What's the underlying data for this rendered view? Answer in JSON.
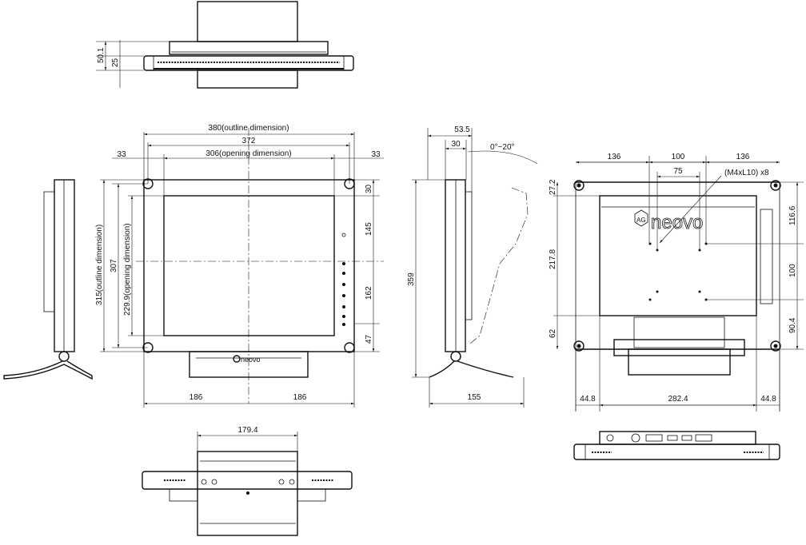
{
  "top_view": {
    "dim_total_depth": "50.1",
    "dim_bezel_depth": "25"
  },
  "front_view": {
    "dim_outline_width": "380(outline dimension)",
    "dim_mount_width": "372",
    "dim_opening_width": "306(opening dimension)",
    "dim_left_margin": "33",
    "dim_right_margin": "33",
    "dim_outline_height": "315(outline dimension)",
    "dim_mount_height": "307",
    "dim_opening_height": "229.9(opening dimension)",
    "dim_right_30": "30",
    "dim_right_145": "145",
    "dim_right_162": "162",
    "dim_right_47": "47",
    "dim_bottom_left": "186",
    "dim_bottom_right": "186",
    "logo": "neovo"
  },
  "side_view": {
    "dim_total_height": "359",
    "dim_depth": "53.5",
    "dim_bezel": "30",
    "tilt": "0°~20°",
    "dim_base_depth": "155"
  },
  "rear_view": {
    "dim_top_left": "136",
    "dim_top_center": "100",
    "dim_top_right": "136",
    "dim_vesa_75": "75",
    "screw_note": "(M4xL10) x8",
    "dim_left_27": "27.2",
    "dim_left_217": "217.8",
    "dim_left_62": "62",
    "dim_right_116": "116.6",
    "dim_right_100": "100",
    "dim_right_90": "90.4",
    "dim_bottom_left": "44.8",
    "dim_bottom_center": "282.4",
    "dim_bottom_right": "44.8",
    "logo_badge": "AG",
    "logo": "neovo"
  },
  "bottom_view": {
    "dim_stand_width": "179.4"
  }
}
